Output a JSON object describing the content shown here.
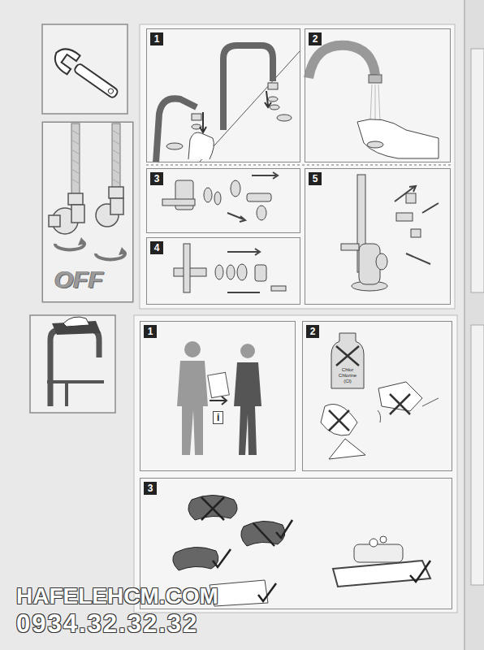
{
  "diagram": {
    "nodes": [
      {
        "text": [
          "OFF"
        ]
      },
      {
        "text": [
          "1"
        ]
      },
      {
        "text": [
          "2"
        ]
      },
      {
        "text": [
          "3"
        ]
      },
      {
        "text": [
          "5"
        ]
      },
      {
        "text": [
          "4"
        ]
      },
      {
        "text": [
          "1"
        ]
      },
      {
        "text": [
          "2"
        ]
      },
      {
        "text": [
          "3"
        ]
      }
    ],
    "labels": [
      "i",
      "Chlor Chlorine (Cl)",
      "HAFELEHCM.COM",
      "0934.32.32.32"
    ]
  }
}
